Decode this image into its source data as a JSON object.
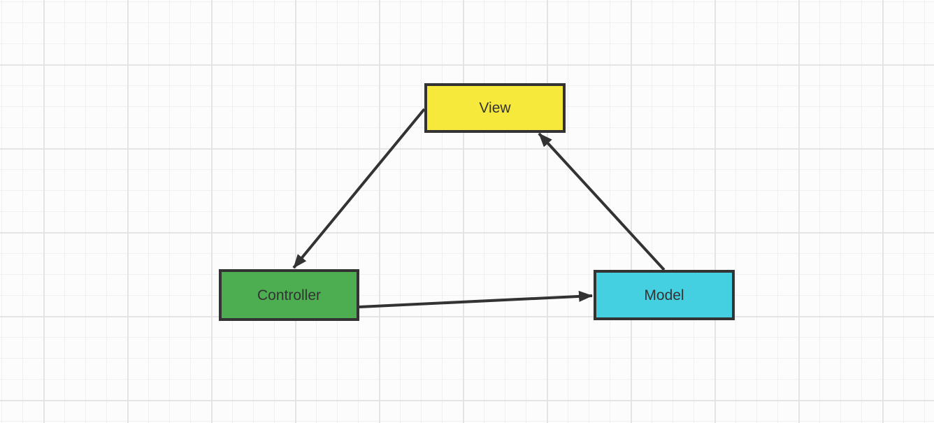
{
  "diagram": {
    "nodes": [
      {
        "id": "view",
        "label": "View",
        "fill": "#f7e93c",
        "border_color": "#333333"
      },
      {
        "id": "controller",
        "label": "Controller",
        "fill": "#4cae50",
        "border_color": "#333333"
      },
      {
        "id": "model",
        "label": "Model",
        "fill": "#45d0e2",
        "border_color": "#333333"
      }
    ],
    "edges": [
      {
        "from": "view",
        "to": "controller",
        "arrowhead": "filled-triangle-at-target"
      },
      {
        "from": "controller",
        "to": "model",
        "arrowhead": "filled-triangle-at-target"
      },
      {
        "from": "model",
        "to": "view",
        "arrowhead": "filled-triangle-at-target"
      }
    ],
    "edge_color": "#333333",
    "text_color": "#333333"
  },
  "canvas": {
    "background_color": "#fcfcfc",
    "grid_minor_color": "#f0f0f1",
    "grid_major_color": "#e4e4e6"
  }
}
